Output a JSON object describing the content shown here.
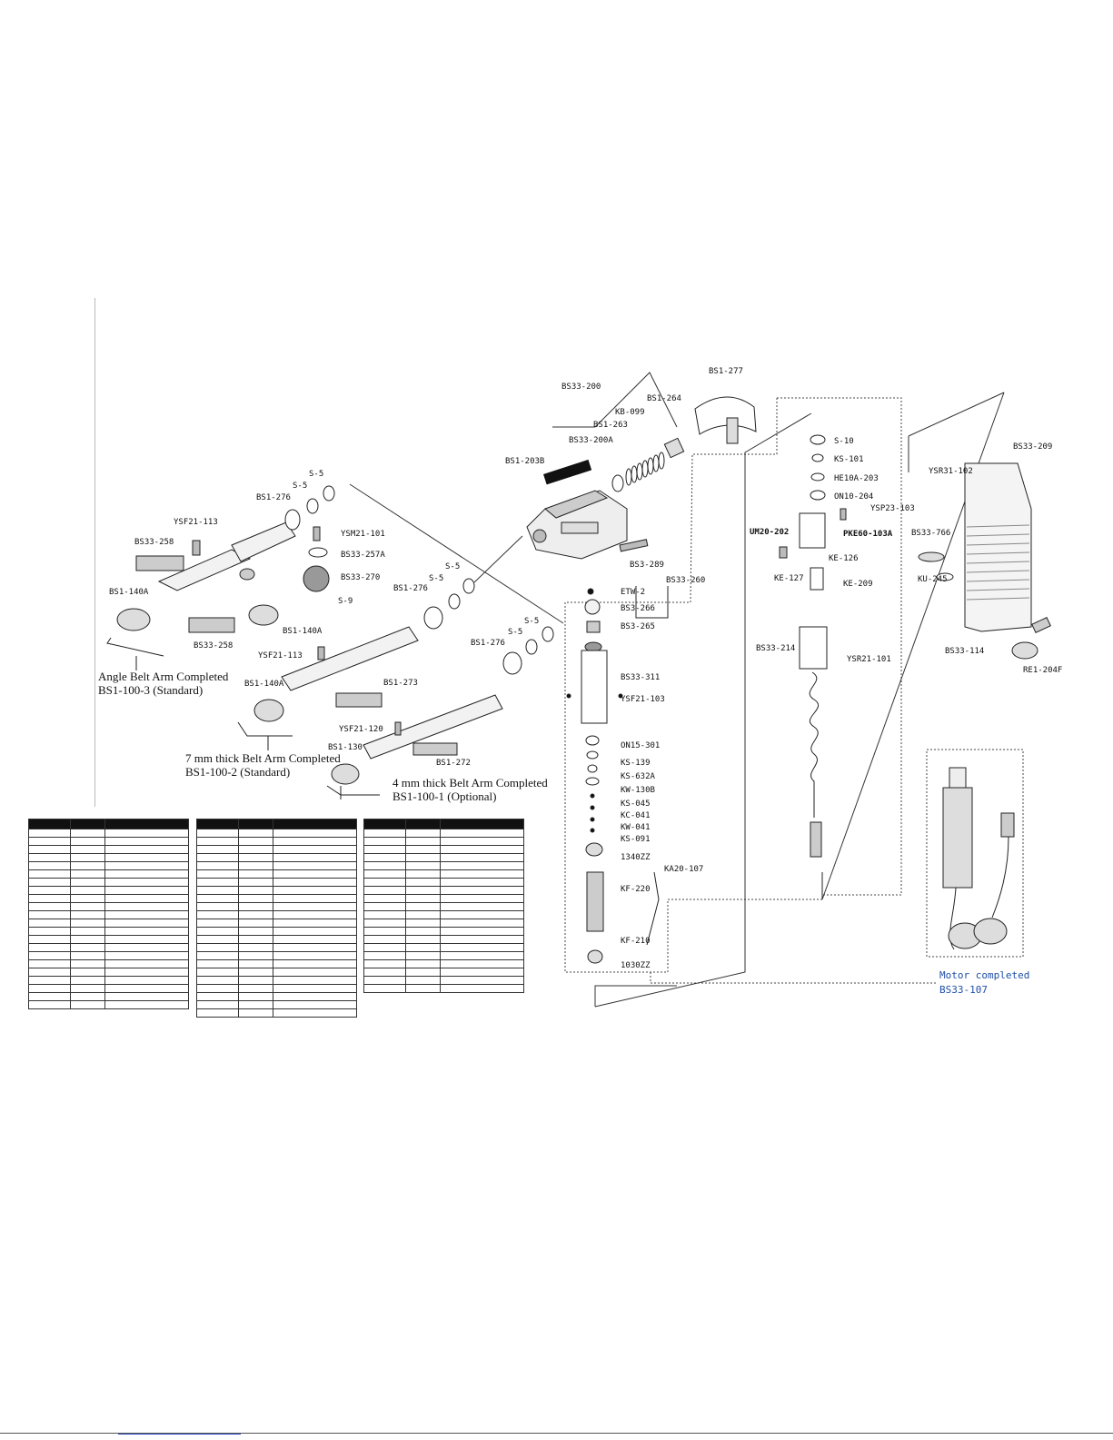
{
  "labels": {
    "bs33_200": "BS33-200",
    "bs1_277": "BS1-277",
    "bs1_264": "BS1-264",
    "kb_099": "KB-099",
    "bs1_263": "BS1-263",
    "bs33_200a": "BS33-200A",
    "bs1_203b": "BS1-203B",
    "bs3_289": "BS3-289",
    "bs33_258_top": "BS33-258",
    "ysf21_113_top": "YSF21-113",
    "bs1_276_top": "BS1-276",
    "s5_a": "S-5",
    "s5_b": "S-5",
    "ysm21_101": "YSM21-101",
    "bs33_257a": "BS33-257A",
    "bs33_270": "BS33-270",
    "s9": "S-9",
    "bs1_140a_left": "BS1-140A",
    "bs1_140a_mid": "BS1-140A",
    "bs33_258_bot": "BS33-258",
    "bs1_276_mid": "BS1-276",
    "s5_c": "S-5",
    "s5_d": "S-5",
    "ysf21_113_mid": "YSF21-113",
    "bs1_273": "BS1-273",
    "bs1_140a_arm2": "BS1-140A",
    "bs1_276_low": "BS1-276",
    "s5_e": "S-5",
    "s5_f": "S-5",
    "ysf21_120": "YSF21-120",
    "bs1_130": "BS1-130",
    "bs1_272": "BS1-272",
    "etw_2": "ETW-2",
    "bs33_260": "BS33-260",
    "bs3_266": "BS3-266",
    "bs3_265": "BS3-265",
    "bs33_311": "BS33-311",
    "ysf21_103": "YSF21-103",
    "on15_301": "ON15-301",
    "ks_139": "KS-139",
    "ks_632a": "KS-632A",
    "kw_130b": "KW-130B",
    "ks_045": "KS-045",
    "kc_041": "KC-041",
    "kw_041": "KW-041",
    "ks_091": "KS-091",
    "b1340zz": "1340ZZ",
    "ka20_107": "KA20-107",
    "kf_220": "KF-220",
    "kf_210": "KF-210",
    "b1030zz": "1030ZZ",
    "s_10": "S-10",
    "ks_101": "KS-101",
    "he10a_203": "HE10A-203",
    "on10_204": "ON10-204",
    "ysp23_103": "YSP23-103",
    "um20_202": "UM20-202",
    "pke60_103a": "PKE60-103A",
    "ke_126": "KE-126",
    "ke_127": "KE-127",
    "ke_209": "KE-209",
    "bs33_214": "BS33-214",
    "ysr21_101": "YSR21-101",
    "bs33_209": "BS33-209",
    "ysr31_102": "YSR31-102",
    "bs33_766": "BS33-766",
    "ku_245": "KU-245",
    "bs33_114": "BS33-114",
    "re1_204f": "RE1-204F"
  },
  "captions": {
    "angle_title": "Angle Belt Arm Completed",
    "angle_code": "BS1-100-3 (Standard)",
    "mm7_title": "7 mm thick Belt Arm Completed",
    "mm7_code": "BS1-100-2 (Standard)",
    "mm4_title": "4 mm thick Belt Arm Completed",
    "mm4_code": "BS1-100-1 (Optional)",
    "motor_title": "Motor completed",
    "motor_code": "BS33-107"
  },
  "tables": [
    {
      "rows": 22
    },
    {
      "rows": 23
    },
    {
      "rows": 20
    }
  ]
}
